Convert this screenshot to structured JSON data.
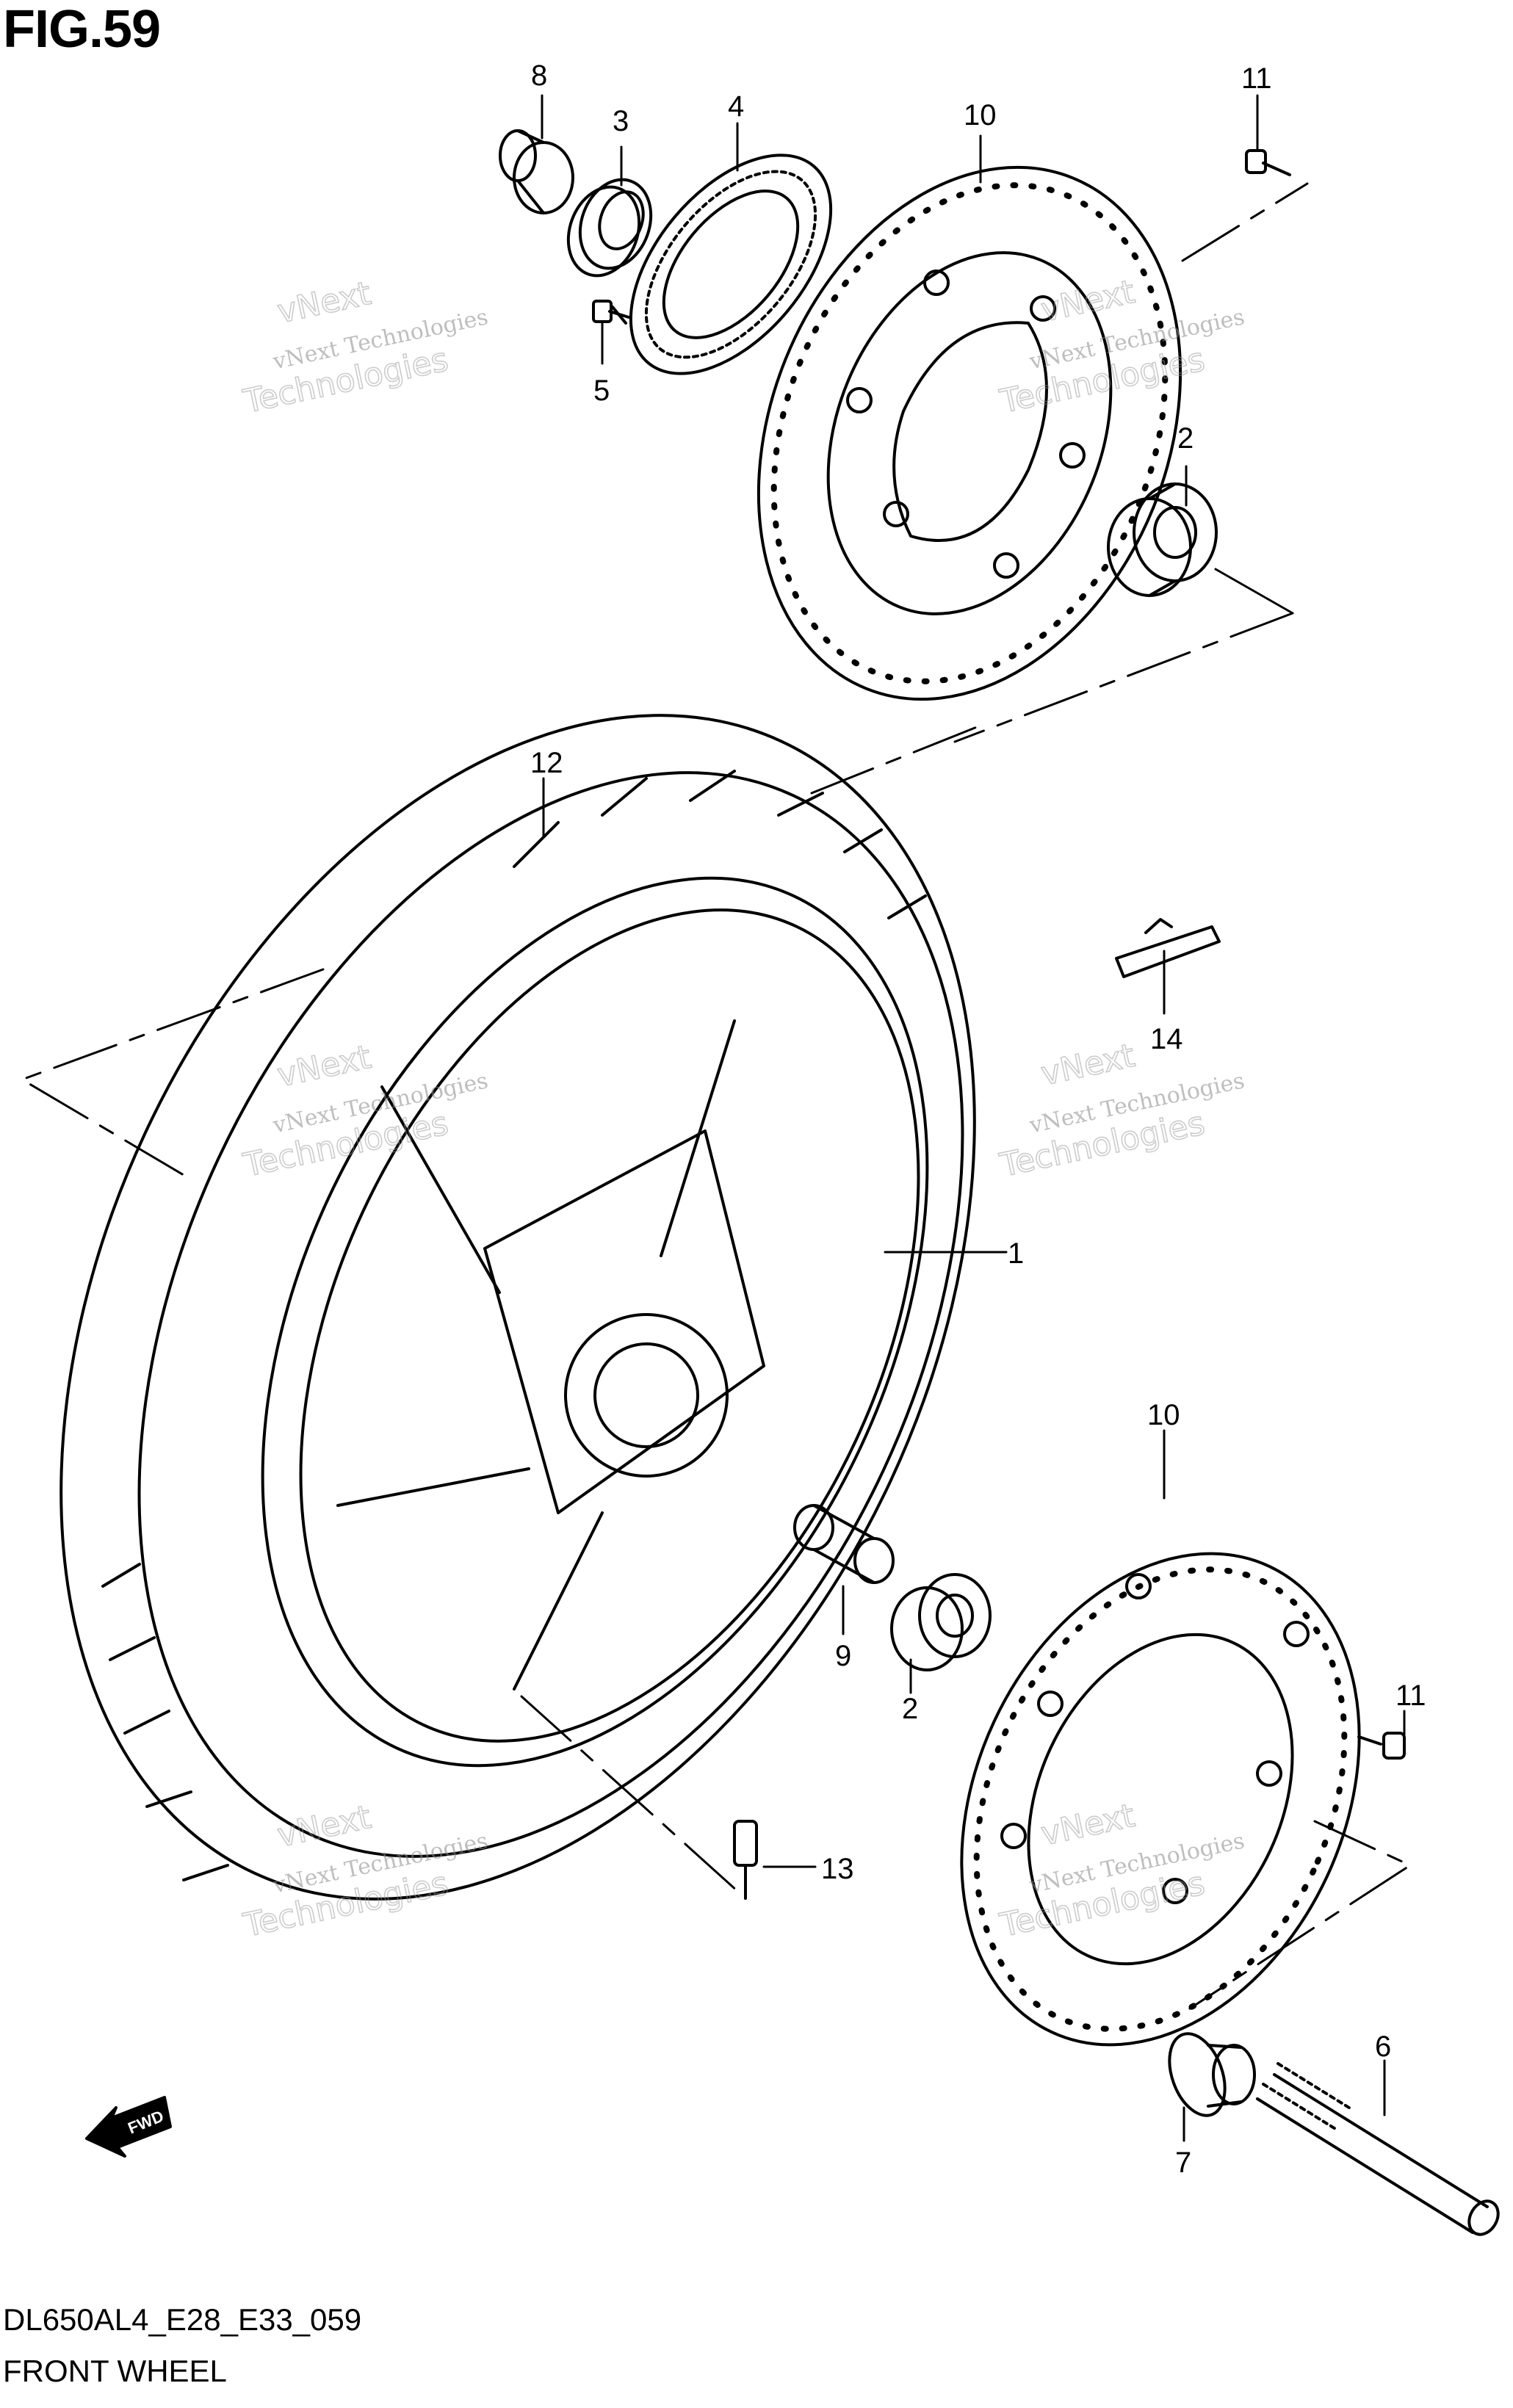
{
  "figure": {
    "title": "FIG.59"
  },
  "footer": {
    "model_code": "DL650AL4_E28_E33_059",
    "section_name": "FRONT WHEEL"
  },
  "watermark": {
    "text_top": "vNext",
    "text_line": "vNext Technologies",
    "text_big": "Technologies"
  },
  "fwd_arrow": {
    "label": "FWD"
  },
  "callouts": [
    {
      "id": "c8",
      "text": "8"
    },
    {
      "id": "c3",
      "text": "3"
    },
    {
      "id": "c4",
      "text": "4"
    },
    {
      "id": "c10a",
      "text": "10"
    },
    {
      "id": "c11a",
      "text": "11"
    },
    {
      "id": "c5",
      "text": "5"
    },
    {
      "id": "c2a",
      "text": "2"
    },
    {
      "id": "c12",
      "text": "12"
    },
    {
      "id": "c14",
      "text": "14"
    },
    {
      "id": "c1",
      "text": "1"
    },
    {
      "id": "c10b",
      "text": "10"
    },
    {
      "id": "c9",
      "text": "9"
    },
    {
      "id": "c2b",
      "text": "2"
    },
    {
      "id": "c11b",
      "text": "11"
    },
    {
      "id": "c13",
      "text": "13"
    },
    {
      "id": "c6",
      "text": "6"
    },
    {
      "id": "c7",
      "text": "7"
    }
  ]
}
